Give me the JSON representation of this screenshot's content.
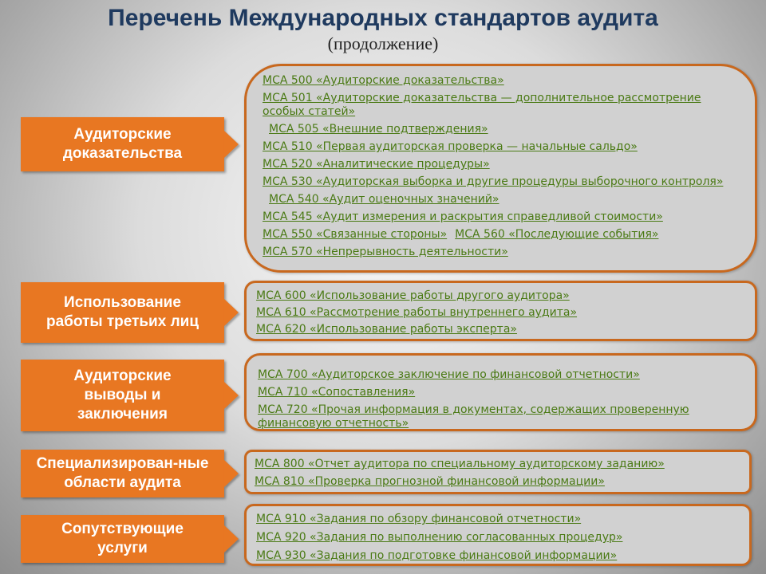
{
  "title": "Перечень Международных стандартов аудита",
  "subtitle": "(продолжение)",
  "categories": [
    {
      "label": "Аудиторские доказательства",
      "standards": [
        "МСА 500 «Аудиторские доказательства»",
        "МСА 501 «Аудиторские доказательства — дополнительное рассмотрение особых статей»",
        "МСА 505 «Внешние подтверждения»",
        "МСА 510 «Первая аудиторская проверка — начальные сальдо»",
        "МСА 520 «Аналитические процедуры»",
        "МСА 530 «Аудиторская выборка и другие процедуры выборочного контроля»",
        "МСА 540 «Аудит оценочных значений»",
        "МСА 545 «Аудит измерения и раскрытия справедливой стоимости»",
        "МСА 550 «Связанные стороны»",
        "МСА 560 «Последующие события»",
        "МСА 570 «Непрерывность деятельности»"
      ]
    },
    {
      "label": "Использование работы третьих лиц",
      "standards": [
        "МСА 600 «Использование работы другого аудитора»",
        "МСА 610 «Рассмотрение работы внутреннего аудита»",
        "МСА 620 «Использование работы эксперта»"
      ]
    },
    {
      "label": "Аудиторские выводы и заключения",
      "standards": [
        "МСА 700 «Аудиторское заключение по финансовой отчетности»",
        "МСА 710 «Сопоставления»",
        "МСА 720 «Прочая информация в документах, содержащих проверенную финансовую отчетность»"
      ]
    },
    {
      "label": "Специализирован-ные области аудита",
      "standards": [
        "МСА 800 «Отчет аудитора по специальному аудиторскому заданию»",
        "МСА 810 «Проверка прогнозной финансовой информации»"
      ]
    },
    {
      "label": "Сопутствующие услуги",
      "standards": [
        "МСА 910 «Задания по обзору финансовой отчетности»",
        "МСА 920 «Задания по выполнению согласованных процедур»",
        "МСА 930 «Задания по подготовке финансовой информации»"
      ]
    }
  ],
  "colors": {
    "category_fill": "#e87722",
    "panel_border": "#c8681e",
    "link_text": "#4a7a14",
    "title_text": "#1f3a5f"
  }
}
